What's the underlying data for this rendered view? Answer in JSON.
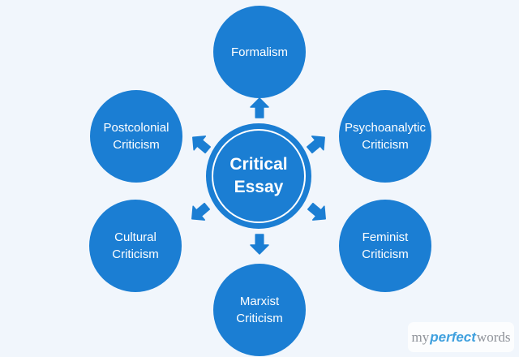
{
  "colors": {
    "bg": "#f1f6fc",
    "blue": "#1b7ed3",
    "node-text": "#ffffff",
    "logo-gray": "#8e9299",
    "logo-blue": "#3fa0de",
    "logo-bg": "#fcfdfe"
  },
  "center_node": {
    "lines": [
      "Critical",
      "Essay"
    ]
  },
  "nodes": [
    {
      "id": "formalism",
      "lines": [
        "Formalism",
        ""
      ]
    },
    {
      "id": "postcolonial-criticism",
      "lines": [
        "Postcolonial",
        "Criticism"
      ]
    },
    {
      "id": "psychoanalytic-criticism",
      "lines": [
        "Psychoanalytic",
        "Criticism"
      ]
    },
    {
      "id": "cultural-criticism",
      "lines": [
        "Cultural",
        "Criticism"
      ]
    },
    {
      "id": "feminist-criticism",
      "lines": [
        "Feminist",
        "Criticism"
      ]
    },
    {
      "id": "marxist-criticism",
      "lines": [
        "Marxist",
        "Criticism"
      ]
    }
  ],
  "logo": {
    "part1": "my",
    "part2": "perfect",
    "part3": "words"
  }
}
